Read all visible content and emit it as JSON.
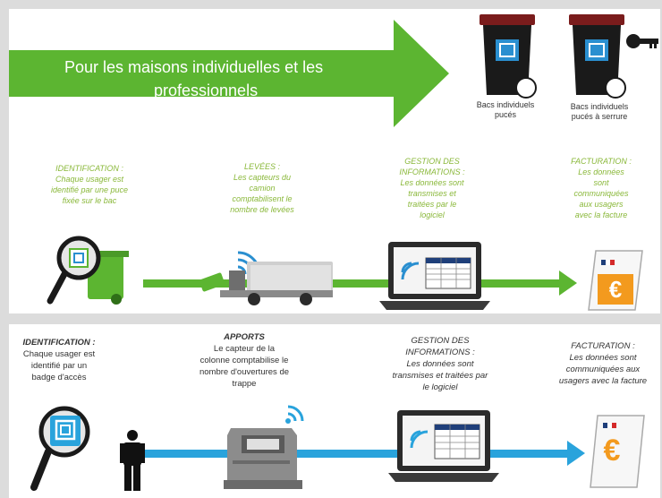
{
  "top": {
    "arrow_title_line1": "Pour les maisons individuelles et les",
    "arrow_title_line2": "professionnels",
    "bin1_label_line1": "Bacs individuels",
    "bin1_label_line2": "pucés",
    "bin2_label_line1": "Bacs individuels",
    "bin2_label_line2": "pucés à serrure",
    "steps": [
      {
        "title": "IDENTIFICATION :",
        "lines": [
          "Chaque usager est",
          "identifié par une puce",
          "fixée sur le bac"
        ]
      },
      {
        "title": "LEVÉES :",
        "lines": [
          "Les capteurs du",
          "camion",
          "comptabilisent le",
          "nombre de levées"
        ]
      },
      {
        "title": "GESTION DES",
        "title2": "INFORMATIONS :",
        "lines": [
          "Les données sont",
          "transmises et",
          "traitées par le",
          "logiciel"
        ]
      },
      {
        "title": "FACTURATION :",
        "lines": [
          "Les données",
          "sont",
          "communiquées",
          "aux usagers",
          "avec la facture"
        ]
      }
    ],
    "euro_symbol": "€"
  },
  "bottom": {
    "steps": [
      {
        "title": "IDENTIFICATION :",
        "lines": [
          "Chaque usager est",
          "identifié par un",
          "badge d'accès"
        ]
      },
      {
        "title": "APPORTS",
        "lines": [
          "Le capteur de la",
          "colonne comptabilise le",
          "nombre d'ouvertures de",
          "trappe"
        ]
      },
      {
        "title": "GESTION DES",
        "title2": "INFORMATIONS :",
        "lines": [
          "Les données sont",
          "transmises et traitées par",
          "le logiciel"
        ]
      },
      {
        "title": "FACTURATION :",
        "lines": [
          "Les données sont",
          "communiquées aux",
          "usagers avec la facture"
        ]
      }
    ],
    "euro_symbol": "€"
  },
  "colors": {
    "green": "#5cb531",
    "green_light": "#8ab83a",
    "blue": "#29a3dc",
    "dark": "#222222",
    "bin_red": "#7a1c1c",
    "euro_orange": "#f39a1e"
  },
  "icons": [
    "magnifier-icon",
    "bin-icon",
    "truck-icon",
    "wifi-icon",
    "laptop-icon",
    "invoice-icon",
    "person-icon",
    "column-icon",
    "key-icon"
  ]
}
